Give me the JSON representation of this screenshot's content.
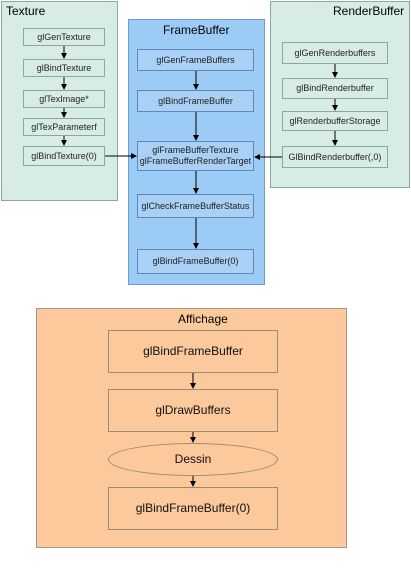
{
  "texture": {
    "title": "Texture",
    "nodes": [
      "glGenTexture",
      "glBindTexture",
      "glTexImage*",
      "glTexParameterf",
      "glBindTexture(0)"
    ]
  },
  "framebuffer": {
    "title": "FrameBuffer",
    "nodes": [
      "glGenFrameBuffers",
      "glBindFrameBuffer",
      "glFrameBufferTexture",
      "glFrameBufferRenderTarget",
      "glCheckFrameBufferStatus",
      "glBindFrameBuffer(0)"
    ]
  },
  "renderbuffer": {
    "title": "RenderBuffer",
    "nodes": [
      "glGenRenderbuffers",
      "glBindRenderbuffer",
      "glRenderbufferStorage",
      "GlBindRenderbuffer(,0)"
    ]
  },
  "affichage": {
    "title": "Affichage",
    "nodes": [
      "glBindFrameBuffer",
      "glDrawBuffers",
      "Dessin",
      "glBindFrameBuffer(0)"
    ]
  },
  "colors": {
    "texture_bg": "#d8ece6",
    "framebuffer_bg": "#9ccbf5",
    "renderbuffer_bg": "#d8ece6",
    "affichage_bg": "#fbc99b"
  }
}
